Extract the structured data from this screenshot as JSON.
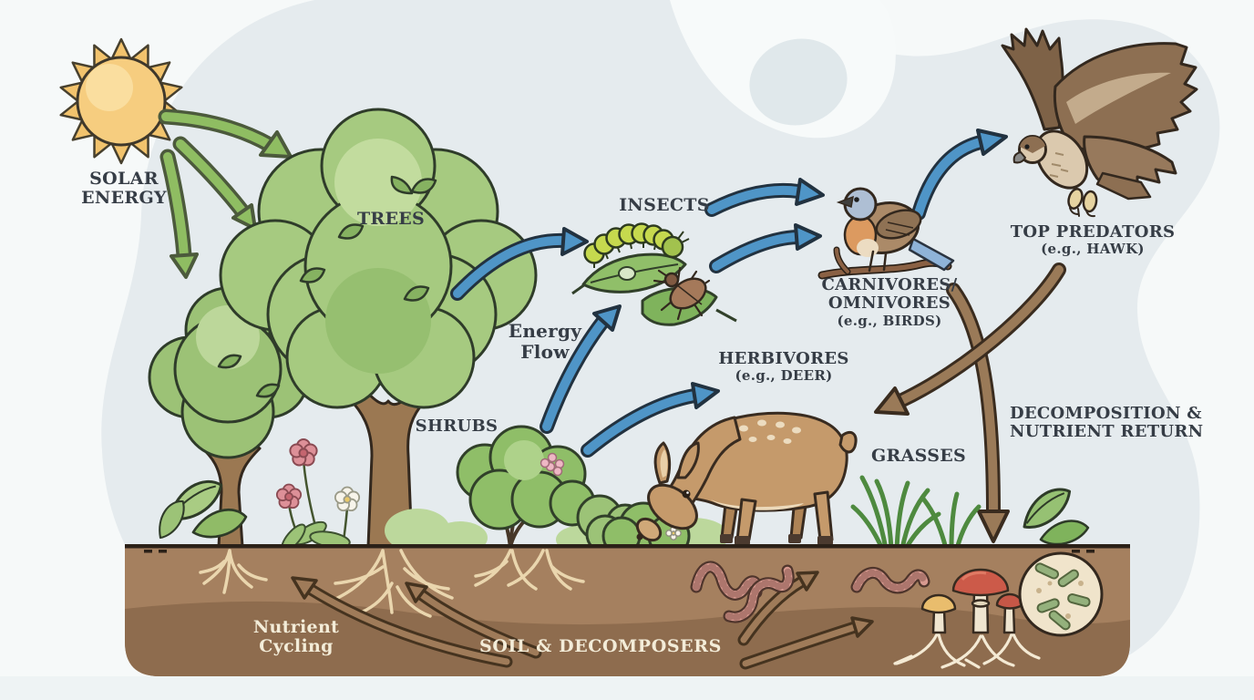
{
  "diagram": {
    "labels": {
      "solar_energy": [
        "SOLAR",
        "ENERGY"
      ],
      "trees": "TREES",
      "insects": "INSECTS",
      "energy_flow": [
        "Energy",
        "Flow"
      ],
      "shrubs": "SHRUBS",
      "herbivores": [
        "HERBIVORES",
        "(e.g., DEER)"
      ],
      "carnivores": [
        "CARNIVORES/",
        "OMNIVORES",
        "(e.g., BIRDS)"
      ],
      "top_predators": [
        "TOP PREDATORS",
        "(e.g., HAWK)"
      ],
      "grasses": "GRASSES",
      "decomposition": [
        "DECOMPOSITION &",
        "NUTRIENT RETURN"
      ],
      "nutrient_cycling": [
        "Nutrient",
        "Cycling"
      ],
      "soil_decomposers": "SOIL & DECOMPOSERS"
    },
    "icons": {
      "sun-icon": "sun with rays",
      "solar-arrow-icon": "green arrow",
      "tree-icon": "deciduous tree",
      "shrub-icon": "bush with twigs",
      "flower-icon": "pink and white flowers",
      "leaf-icon": "leaf cluster",
      "caterpillar-icon": "caterpillar on leaf",
      "beetle-icon": "beetle on leaf",
      "bird-icon": "songbird on branch",
      "hawk-icon": "flying hawk",
      "deer-icon": "grazing deer",
      "grass-icon": "grass tuft",
      "energy-arrow-icon": "blue curved arrow",
      "decomposition-arrow-icon": "brown curved arrow",
      "soil-arrow-icon": "outlined soil arrow",
      "roots-icon": "branching roots",
      "worm-icon": "earthworm",
      "mushroom-icon": "mushrooms",
      "microbes-icon": "bacteria in circle"
    },
    "flows": [
      {
        "from": "solar energy",
        "to": "trees",
        "arrow_color": "green"
      },
      {
        "from": "trees",
        "to": "insects",
        "arrow_color": "blue"
      },
      {
        "from": "shrubs",
        "to": "insects",
        "arrow_color": "blue"
      },
      {
        "from": "shrubs",
        "to": "herbivores",
        "arrow_color": "blue"
      },
      {
        "from": "insects",
        "to": "carnivores/omnivores",
        "arrow_color": "blue"
      },
      {
        "from": "carnivores/omnivores",
        "to": "top predators",
        "arrow_color": "blue"
      },
      {
        "from": "top predators",
        "to": "grasses/ground",
        "arrow_color": "brown"
      },
      {
        "from": "carnivores/omnivores",
        "to": "soil",
        "arrow_color": "brown"
      },
      {
        "from": "soil & decomposers",
        "to": "plants",
        "arrow_color": "soil outline"
      }
    ],
    "colors": {
      "background": "#f5f8f9",
      "backdrop_blob": "#e5ebee",
      "sun_yellow": "#f6cd7f",
      "solar_arrow_green": "#8fbd62",
      "energy_arrow_blue": "#4f95c7",
      "decomposition_arrow_brown": "#9a7a58",
      "canopy_green": "#a6ca80",
      "trunk_brown": "#9b7852",
      "soil_top": "#a5805f",
      "soil_bottom": "#8e6c4e",
      "label_dark": "#363d46",
      "label_cream": "#f3ecd8"
    }
  }
}
